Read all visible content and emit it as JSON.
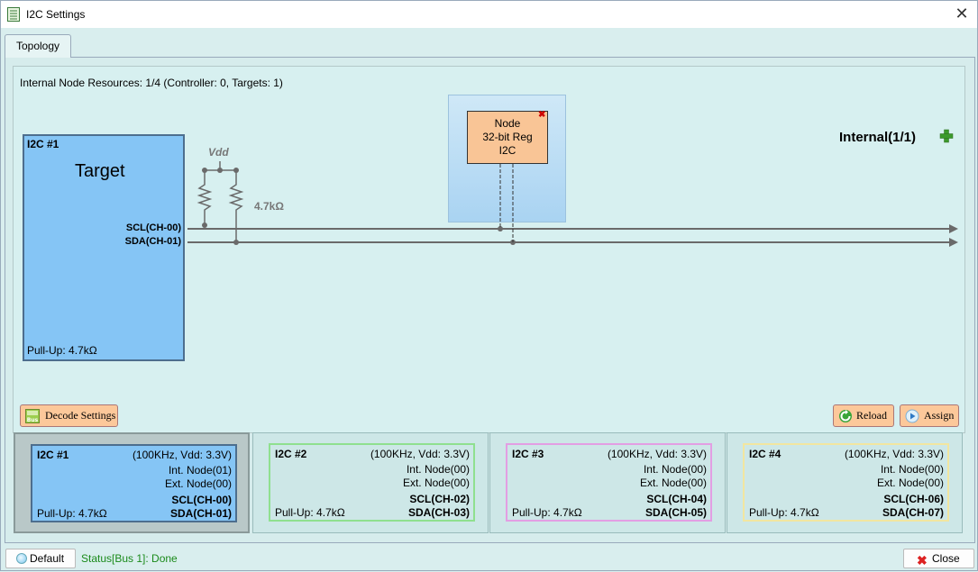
{
  "window": {
    "title": "I2C Settings"
  },
  "tabs": [
    {
      "label": "Topology"
    }
  ],
  "topology": {
    "resources": "Internal Node Resources: 1/4 (Controller: 0, Targets: 1)",
    "target": {
      "id": "I2C #1",
      "role": "Target",
      "pullup": "Pull-Up: 4.7kΩ",
      "scl": "SCL(CH-00)",
      "sda": "SDA(CH-01)"
    },
    "vdd": "Vdd",
    "resistor": "4.7kΩ",
    "node": {
      "line1": "Node",
      "line2": "32-bit Reg",
      "line3": "I2C"
    },
    "internal": "Internal(1/1)",
    "line_color": "#6a6a6a",
    "accent_colors": {
      "target": "#85c5f5",
      "node": "#f9c596",
      "button": "#fcc89a"
    }
  },
  "toolbar": {
    "decode": "Decode Settings",
    "reload": "Reload",
    "assign": "Assign"
  },
  "buses": [
    {
      "title": "I2C #1",
      "spec": "(100KHz, Vdd: 3.3V)",
      "int": "Int. Node(01)",
      "ext": "Ext. Node(00)",
      "scl": "SCL(CH-00)",
      "pullup": "Pull-Up: 4.7kΩ",
      "sda": "SDA(CH-01)",
      "color": "#85c5f5",
      "border": "#4d6e8e"
    },
    {
      "title": "I2C #2",
      "spec": "(100KHz, Vdd: 3.3V)",
      "int": "Int. Node(00)",
      "ext": "Ext. Node(00)",
      "scl": "SCL(CH-02)",
      "pullup": "Pull-Up: 4.7kΩ",
      "sda": "SDA(CH-03)",
      "color": "#cde7e7",
      "border": "#8fe08f"
    },
    {
      "title": "I2C #3",
      "spec": "(100KHz, Vdd: 3.3V)",
      "int": "Int. Node(00)",
      "ext": "Ext. Node(00)",
      "scl": "SCL(CH-04)",
      "pullup": "Pull-Up: 4.7kΩ",
      "sda": "SDA(CH-05)",
      "color": "#cde7e7",
      "border": "#e39ee3"
    },
    {
      "title": "I2C #4",
      "spec": "(100KHz, Vdd: 3.3V)",
      "int": "Int. Node(00)",
      "ext": "Ext. Node(00)",
      "scl": "SCL(CH-06)",
      "pullup": "Pull-Up: 4.7kΩ",
      "sda": "SDA(CH-07)",
      "color": "#cde7e7",
      "border": "#f2e6a0"
    }
  ],
  "statusbar": {
    "default": "Default",
    "status": "Status[Bus 1]: Done",
    "close": "Close"
  }
}
